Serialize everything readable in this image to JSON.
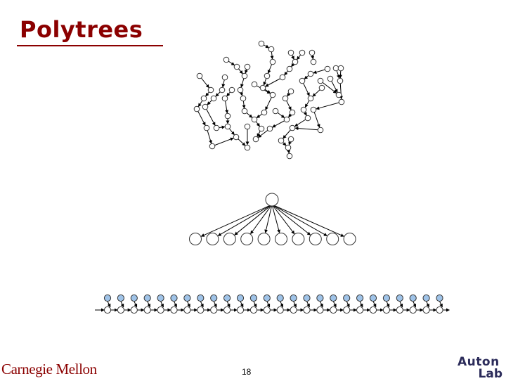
{
  "slide": {
    "title": "Polytrees",
    "page_number": "18"
  },
  "footer": {
    "left_logo_text": "Carnegie Mellon",
    "right_logo_line1": "Auton",
    "right_logo_line2": "Lab"
  },
  "colors": {
    "title": "#8b0000",
    "node_fill_blue": "#9fc3e8",
    "node_stroke": "#333333",
    "edge": "#000000",
    "auton_logo": "#2b2b5a"
  }
}
